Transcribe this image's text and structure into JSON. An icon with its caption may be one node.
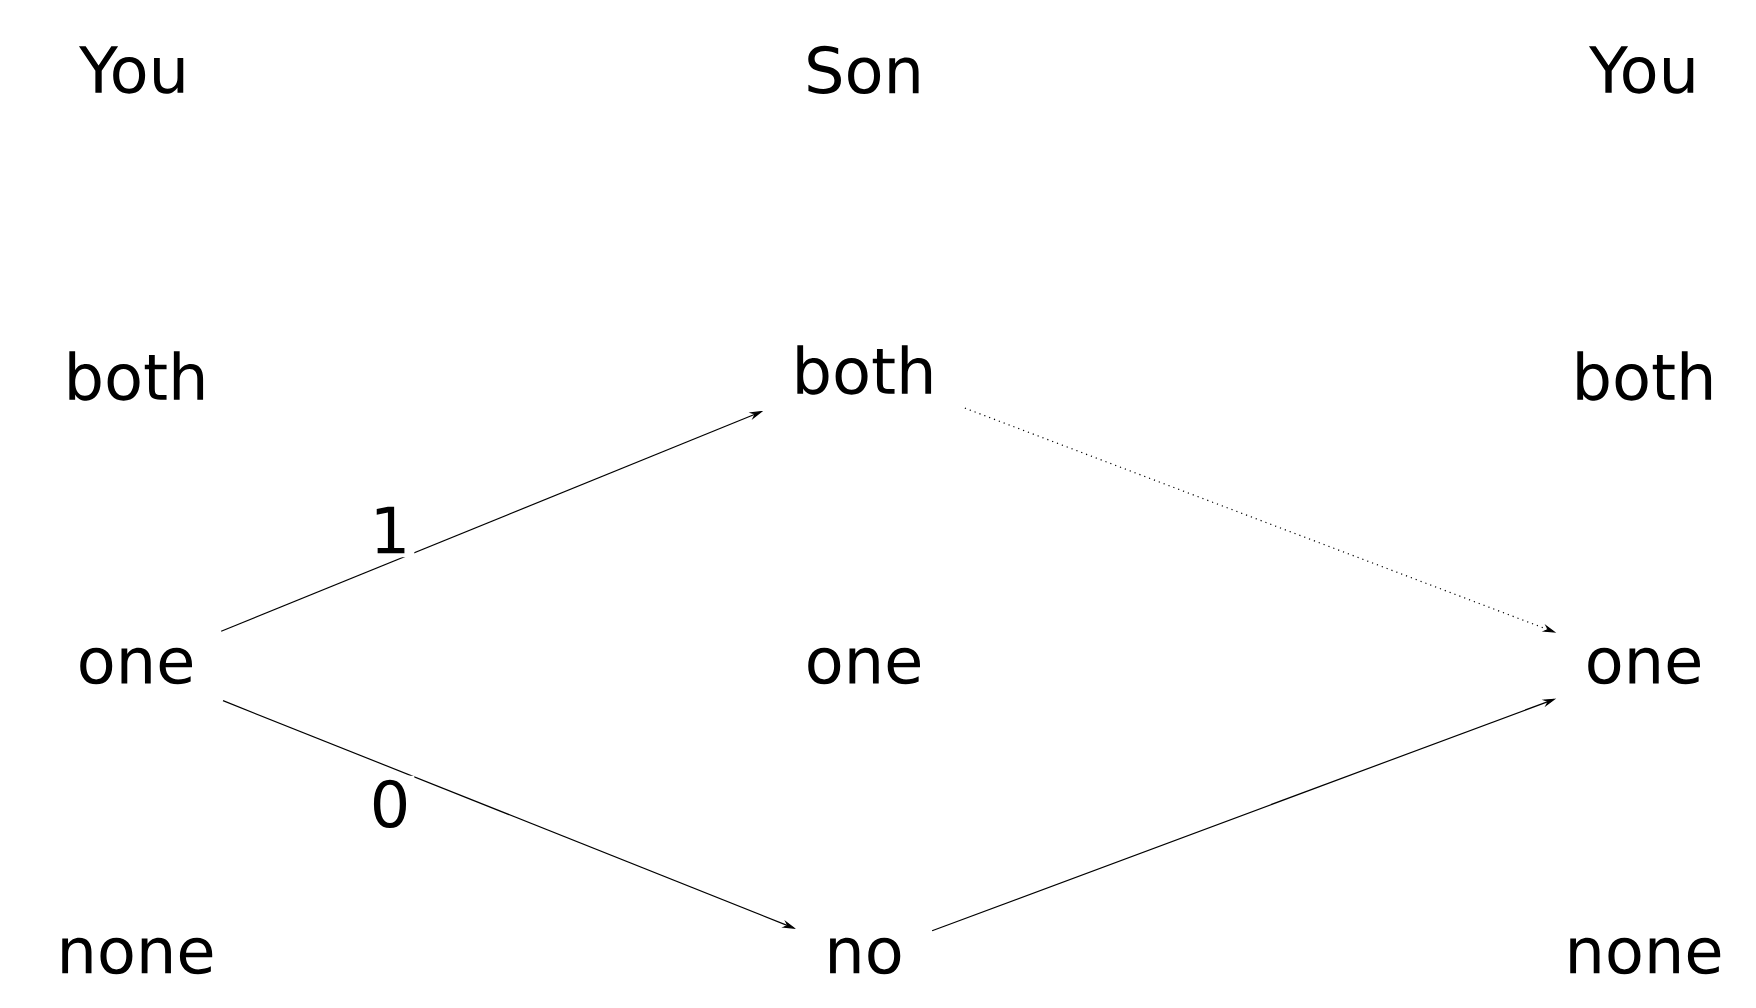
{
  "diagram": {
    "nodes": [
      {
        "text": [
          "both"
        ]
      },
      {
        "text": [
          "one"
        ]
      },
      {
        "text": [
          "none"
        ]
      },
      {
        "text": [
          "both"
        ]
      },
      {
        "text": [
          "one"
        ]
      },
      {
        "text": [
          "no"
        ]
      },
      {
        "text": [
          "both"
        ]
      },
      {
        "text": [
          "one"
        ]
      },
      {
        "text": [
          "none"
        ]
      }
    ],
    "edges": [
      {
        "from": 1,
        "to": 3,
        "arrow": "to",
        "label": "1"
      },
      {
        "from": 1,
        "to": 5,
        "arrow": "to",
        "label": "0"
      },
      {
        "from": 3,
        "to": 7,
        "arrow": "to",
        "style": "dashed"
      },
      {
        "from": 5,
        "to": 7,
        "arrow": "to"
      }
    ],
    "labels": [
      "You",
      "Son",
      "You"
    ]
  }
}
